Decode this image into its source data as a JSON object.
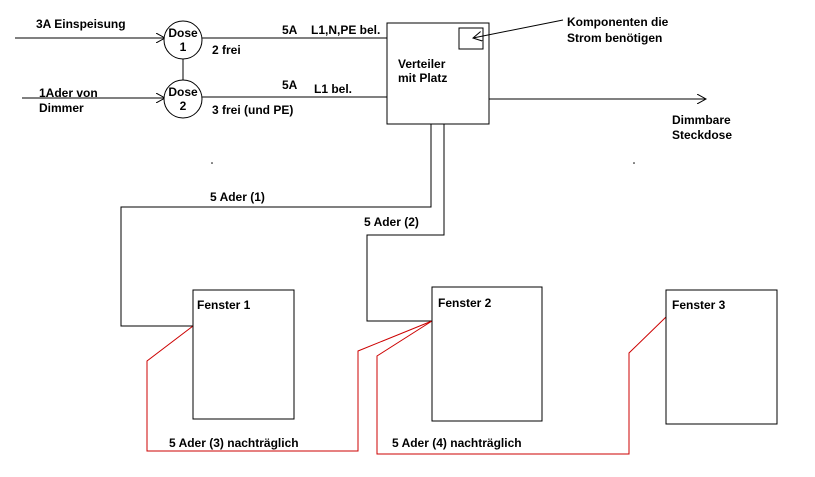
{
  "inputs": {
    "feed": "3A Einspeisung",
    "dimmer_line1": "1Ader von",
    "dimmer_line2": "Dimmer"
  },
  "dose1": {
    "line1": "Dose",
    "line2": "1",
    "free": "2 frei"
  },
  "dose2": {
    "line1": "Dose",
    "line2": "2",
    "free": "3 frei (und PE)"
  },
  "links": {
    "top_current": "5A",
    "top_conductors": "L1,N,PE bel.",
    "bottom_current": "5A",
    "bottom_conductors": "L1 bel."
  },
  "distributor": {
    "line1": "Verteiler",
    "line2": "mit Platz"
  },
  "components_note": {
    "line1": "Komponenten die",
    "line2": "Strom benötigen"
  },
  "dimmable_outlet": {
    "line1": "Dimmbare",
    "line2": "Steckdose"
  },
  "cables": {
    "c1": "5 Ader (1)",
    "c2": "5 Ader (2)",
    "c3": "5 Ader (3) nachträglich",
    "c4": "5 Ader (4) nachträglich"
  },
  "windows": {
    "w1": "Fenster 1",
    "w2": "Fenster 2",
    "w3": "Fenster 3"
  },
  "colors": {
    "lines": "#000000",
    "retrofit_cables": "#cc0000"
  }
}
